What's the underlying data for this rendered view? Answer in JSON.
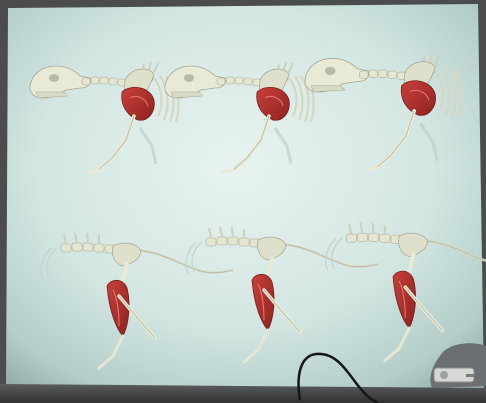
{
  "image": {
    "kind": "photo",
    "subject": "projection-screen",
    "colors": {
      "screen_light": "#e6f1ee",
      "screen_dark": "#9fbab7",
      "bone": "#e9ead6",
      "bone_shadow": "#b8b9a4",
      "muscle": "#b8322f",
      "muscle_dark": "#7e1b1a",
      "frame": "#3e4042",
      "cable": "#1a1a1a"
    },
    "figures": {
      "top_row": [
        {
          "name": "dog-skeleton-1",
          "muscle": "shoulder-muscle"
        },
        {
          "name": "dog-skeleton-2",
          "muscle": "shoulder-muscle"
        },
        {
          "name": "dog-skeleton-3",
          "muscle": "shoulder-muscle"
        }
      ],
      "bottom_row": [
        {
          "name": "hind-quarter-1",
          "muscle": "thigh-muscle"
        },
        {
          "name": "hind-quarter-2",
          "muscle": "thigh-muscle"
        },
        {
          "name": "hind-quarter-3",
          "muscle": "thigh-muscle"
        }
      ]
    }
  }
}
